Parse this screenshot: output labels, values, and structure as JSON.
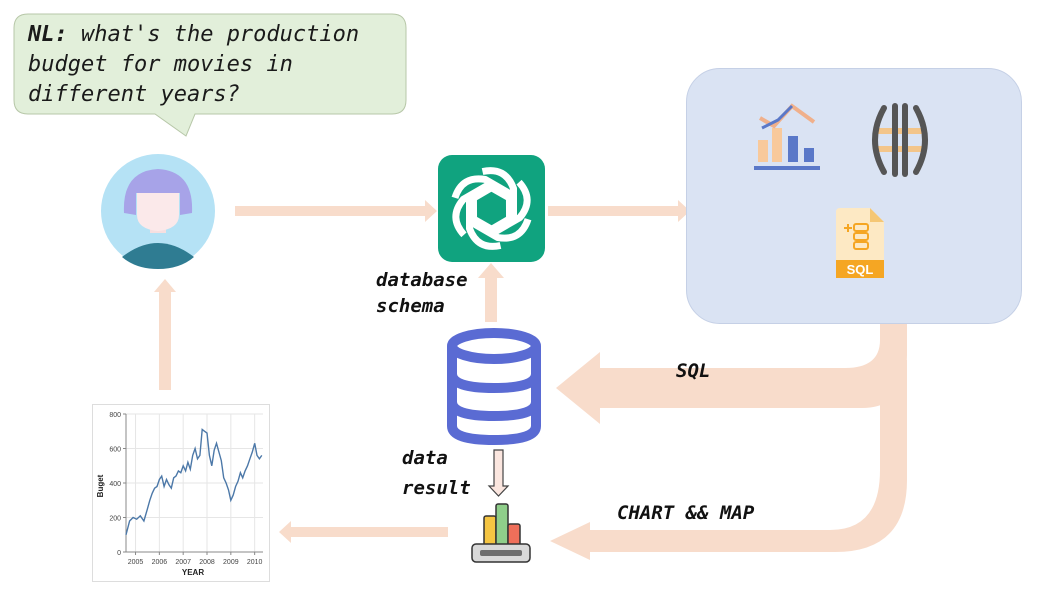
{
  "bubble": {
    "prefix": "NL:",
    "question": " what's the production budget for movies in different years?"
  },
  "labels": {
    "database_schema": [
      "database",
      "schema"
    ],
    "data_result": [
      "data",
      "result"
    ],
    "sql": "SQL",
    "chart_map": "CHART && MAP"
  },
  "colors": {
    "arrow": "#f8dccb",
    "bubble": "#e2efda",
    "panel": "#dae3f3",
    "openai": "#10a37f",
    "database": "#5a6bd3"
  },
  "chart_data": {
    "type": "line",
    "xlabel": "YEAR",
    "ylabel": "Buget",
    "xticks": [
      "2005",
      "2006",
      "2007",
      "2008",
      "2009",
      "2010"
    ],
    "yticks": [
      "0",
      "200",
      "400",
      "600",
      "800"
    ],
    "xlim": [
      2004.6,
      2010.35
    ],
    "ylim": [
      0,
      800
    ],
    "x": [
      2004.6,
      2004.75,
      2004.9,
      2005.05,
      2005.2,
      2005.35,
      2005.5,
      2005.6,
      2005.7,
      2005.8,
      2005.9,
      2006.0,
      2006.1,
      2006.2,
      2006.3,
      2006.4,
      2006.5,
      2006.6,
      2006.7,
      2006.8,
      2006.9,
      2007.0,
      2007.1,
      2007.2,
      2007.3,
      2007.4,
      2007.5,
      2007.6,
      2007.7,
      2007.8,
      2007.9,
      2008.0,
      2008.1,
      2008.2,
      2008.3,
      2008.4,
      2008.5,
      2008.6,
      2008.7,
      2008.8,
      2008.9,
      2009.0,
      2009.1,
      2009.2,
      2009.3,
      2009.4,
      2009.5,
      2009.6,
      2009.7,
      2009.8,
      2009.9,
      2010.0,
      2010.1,
      2010.2,
      2010.3
    ],
    "y": [
      100,
      180,
      200,
      190,
      210,
      180,
      250,
      300,
      340,
      370,
      380,
      420,
      440,
      380,
      420,
      390,
      370,
      430,
      440,
      470,
      460,
      500,
      470,
      520,
      480,
      560,
      600,
      540,
      560,
      710,
      700,
      690,
      560,
      500,
      590,
      630,
      580,
      530,
      430,
      400,
      360,
      300,
      330,
      380,
      410,
      460,
      430,
      470,
      500,
      540,
      580,
      630,
      560,
      540,
      560
    ]
  }
}
